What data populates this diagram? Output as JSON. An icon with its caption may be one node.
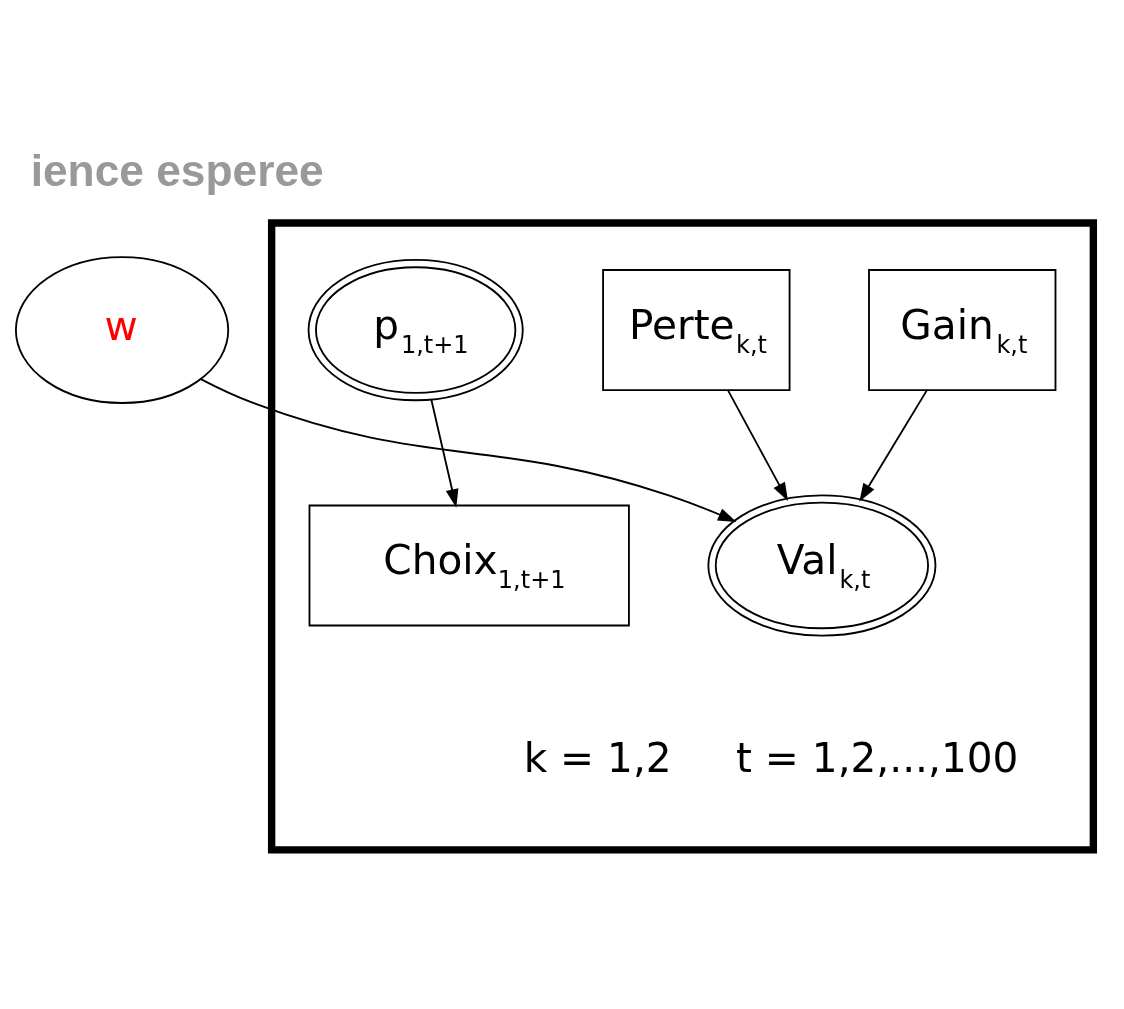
{
  "diagram": {
    "title": "ience esperee",
    "nodes": [
      {
        "text": [
          "w"
        ]
      },
      {
        "text": [
          "k = 1,2",
          "t = 1,2,...,100"
        ]
      },
      {
        "text": [
          "Gain$_{k,t}$"
        ],
        "in": 1
      },
      {
        "text": [
          "Perte$_{k,t}$"
        ],
        "in": 1
      },
      {
        "text": [
          "Val$_{k,t}$"
        ],
        "in": 1
      },
      {
        "text": [
          "p$_{1,t+1}$"
        ],
        "in": 1
      },
      {
        "text": [
          "Choix$_{1,t+1}$"
        ],
        "in": 1
      }
    ],
    "edges": [
      {
        "from": 0,
        "to": 4,
        "arrow": "to"
      },
      {
        "from": 2,
        "to": 4,
        "arrow": "to"
      },
      {
        "from": 3,
        "to": 4,
        "arrow": "to"
      },
      {
        "from": 5,
        "to": 6,
        "arrow": "to"
      }
    ]
  }
}
